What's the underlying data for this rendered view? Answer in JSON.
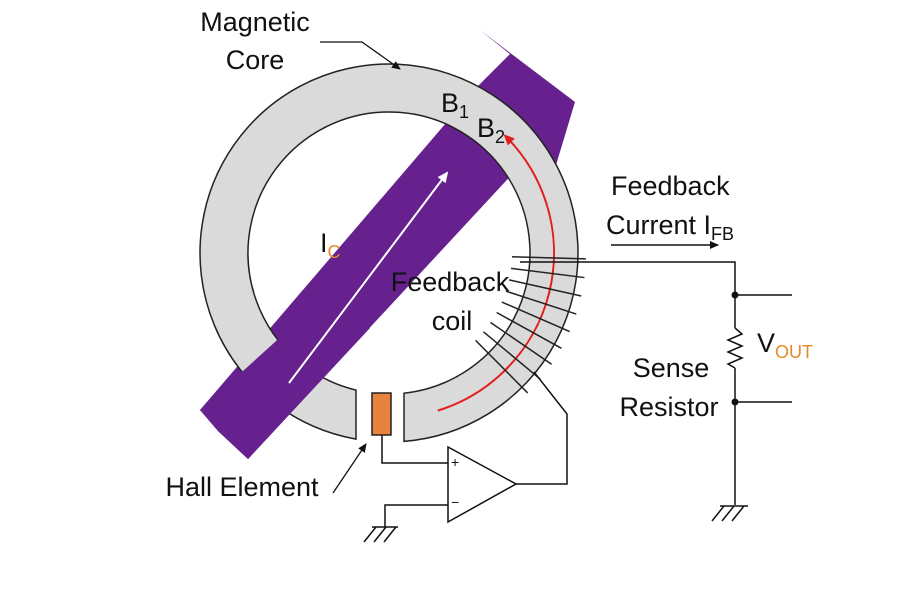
{
  "title": "Closed-loop Hall effect current sensor",
  "colors": {
    "conductor": "#66218f",
    "core_fill": "#dadada",
    "core_stroke": "#222222",
    "hall_element": "#e8823f",
    "flux_arrow": "#e0201e",
    "subscript_accent": "#e58a2a",
    "wire": "#111111",
    "background": "#ffffff"
  },
  "labels": {
    "magnetic_core_line1": "Magnetic",
    "magnetic_core_line2": "Core",
    "b1_main": "B",
    "b1_sub": "1",
    "b2_main": "B",
    "b2_sub": "2",
    "ic_main": "I",
    "ic_sub": "C",
    "feedback_coil_line1": "Feedback",
    "feedback_coil_line2": "coil",
    "feedback_current_line1": "Feedback",
    "feedback_current_line2": "Current I",
    "feedback_current_sub": "FB",
    "vout_main": "V",
    "vout_sub": "OUT",
    "sense_resistor_line1": "Sense",
    "sense_resistor_line2": "Resistor",
    "hall_element": "Hall Element",
    "opamp_plus": "+",
    "opamp_minus": "−"
  }
}
